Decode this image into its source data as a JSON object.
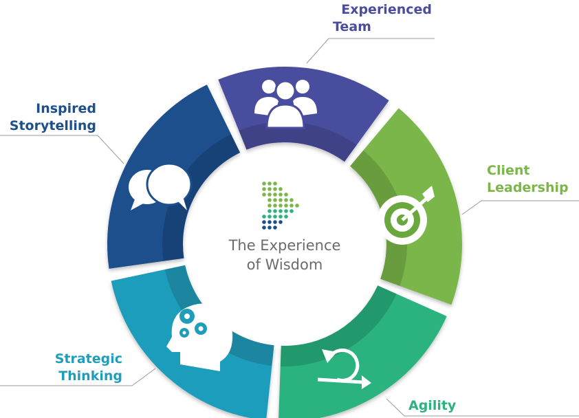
{
  "colors": {
    "experienced_team": "#4a4d9e",
    "client_leadership": "#7ab648",
    "agility": "#2bb37e",
    "strategic_thinking": "#1f9dbb",
    "inspired_storytelling": "#1d4f8c",
    "center_text": "#6b6b6b",
    "leader_line": "#9a9a9a"
  },
  "center": {
    "title_line1": "The Experience",
    "title_line2": "of Wisdom",
    "logo": "arrow-dots-logo"
  },
  "segments": [
    {
      "id": "experienced-team",
      "line1": "Experienced",
      "line2": "Team",
      "icon": "team-icon"
    },
    {
      "id": "client-leadership",
      "line1": "Client",
      "line2": "Leadership",
      "icon": "target-icon"
    },
    {
      "id": "agility",
      "line1": "Agility",
      "line2": "",
      "icon": "cycle-arrow-icon"
    },
    {
      "id": "strategic-thinking",
      "line1": "Strategic",
      "line2": "Thinking",
      "icon": "head-gears-icon"
    },
    {
      "id": "inspired-storytelling",
      "line1": "Inspired",
      "line2": "Storytelling",
      "icon": "speech-bubbles-icon"
    }
  ]
}
